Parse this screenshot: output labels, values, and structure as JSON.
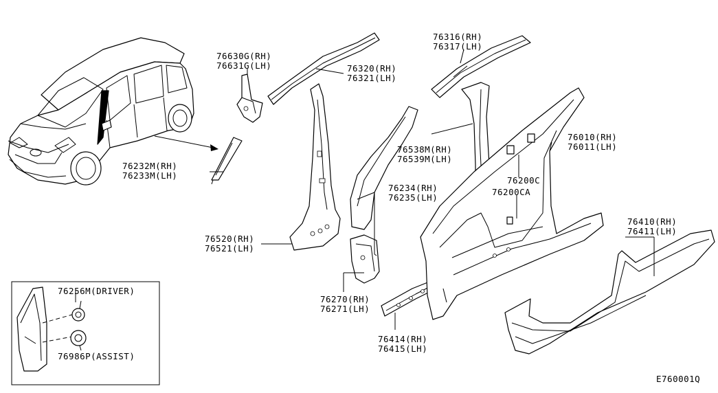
{
  "labels": {
    "p76630": "76630G(RH)",
    "p76631": "76631G(LH)",
    "p76320": "76320(RH)",
    "p76321": "76321(LH)",
    "p76316": "76316(RH)",
    "p76317": "76317(LH)",
    "p76232": "76232M(RH)",
    "p76233": "76233M(LH)",
    "p76538": "76538M(RH)",
    "p76539": "76539M(LH)",
    "p76010": "76010(RH)",
    "p76011": "76011(LH)",
    "p76234": "76234(RH)",
    "p76235": "76235(LH)",
    "p76200c": "76200C",
    "p76200ca": "76200CA",
    "p76520": "76520(RH)",
    "p76521": "76521(LH)",
    "p76410": "76410(RH)",
    "p76411": "76411(LH)",
    "p76270": "76270(RH)",
    "p76271": "76271(LH)",
    "p76414": "76414(RH)",
    "p76415": "76415(LH)",
    "p76256": "76256M(DRIVER)",
    "p76986": "76986P(ASSIST)",
    "figure_code": "E760001Q"
  }
}
